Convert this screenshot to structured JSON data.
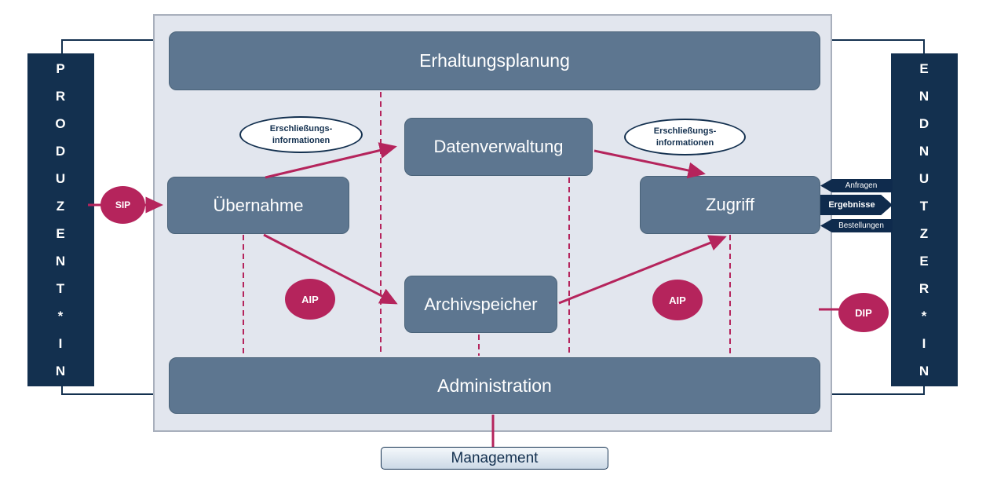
{
  "colors": {
    "navy": "#13304f",
    "slate_box": "#5d7690",
    "crimson": "#b5245c",
    "container_bg": "#e2e6ee",
    "container_border": "#a8afbc",
    "block_arrow_navy": "#0f2b4d"
  },
  "producer": {
    "label": "PRODUZENT*IN",
    "stacked": "P\nR\nO\nD\nU\nZ\nE\nN\nT\n*\nI\nN"
  },
  "consumer": {
    "label": "ENDNUTZER*IN",
    "stacked": "E\nN\nD\nN\nU\nT\nZ\nE\nR\n*\nI\nN"
  },
  "boxes": {
    "erhaltungsplanung": "Erhaltungsplanung",
    "datenverwaltung": "Datenverwaltung",
    "uebernahme": "Übernahme",
    "zugriff": "Zugriff",
    "archivspeicher": "Archivspeicher",
    "administration": "Administration",
    "management": "Management"
  },
  "packages": {
    "sip": "SIP",
    "aip_left": "AIP",
    "aip_right": "AIP",
    "dip": "DIP"
  },
  "info_ellipses": {
    "left": "Erschließungs-\ninformationen",
    "right": "Erschließungs-\ninformationen"
  },
  "exchange_arrows": {
    "anfragen": "Anfragen",
    "ergebnisse": "Ergebnisse",
    "bestellungen": "Bestellungen"
  }
}
